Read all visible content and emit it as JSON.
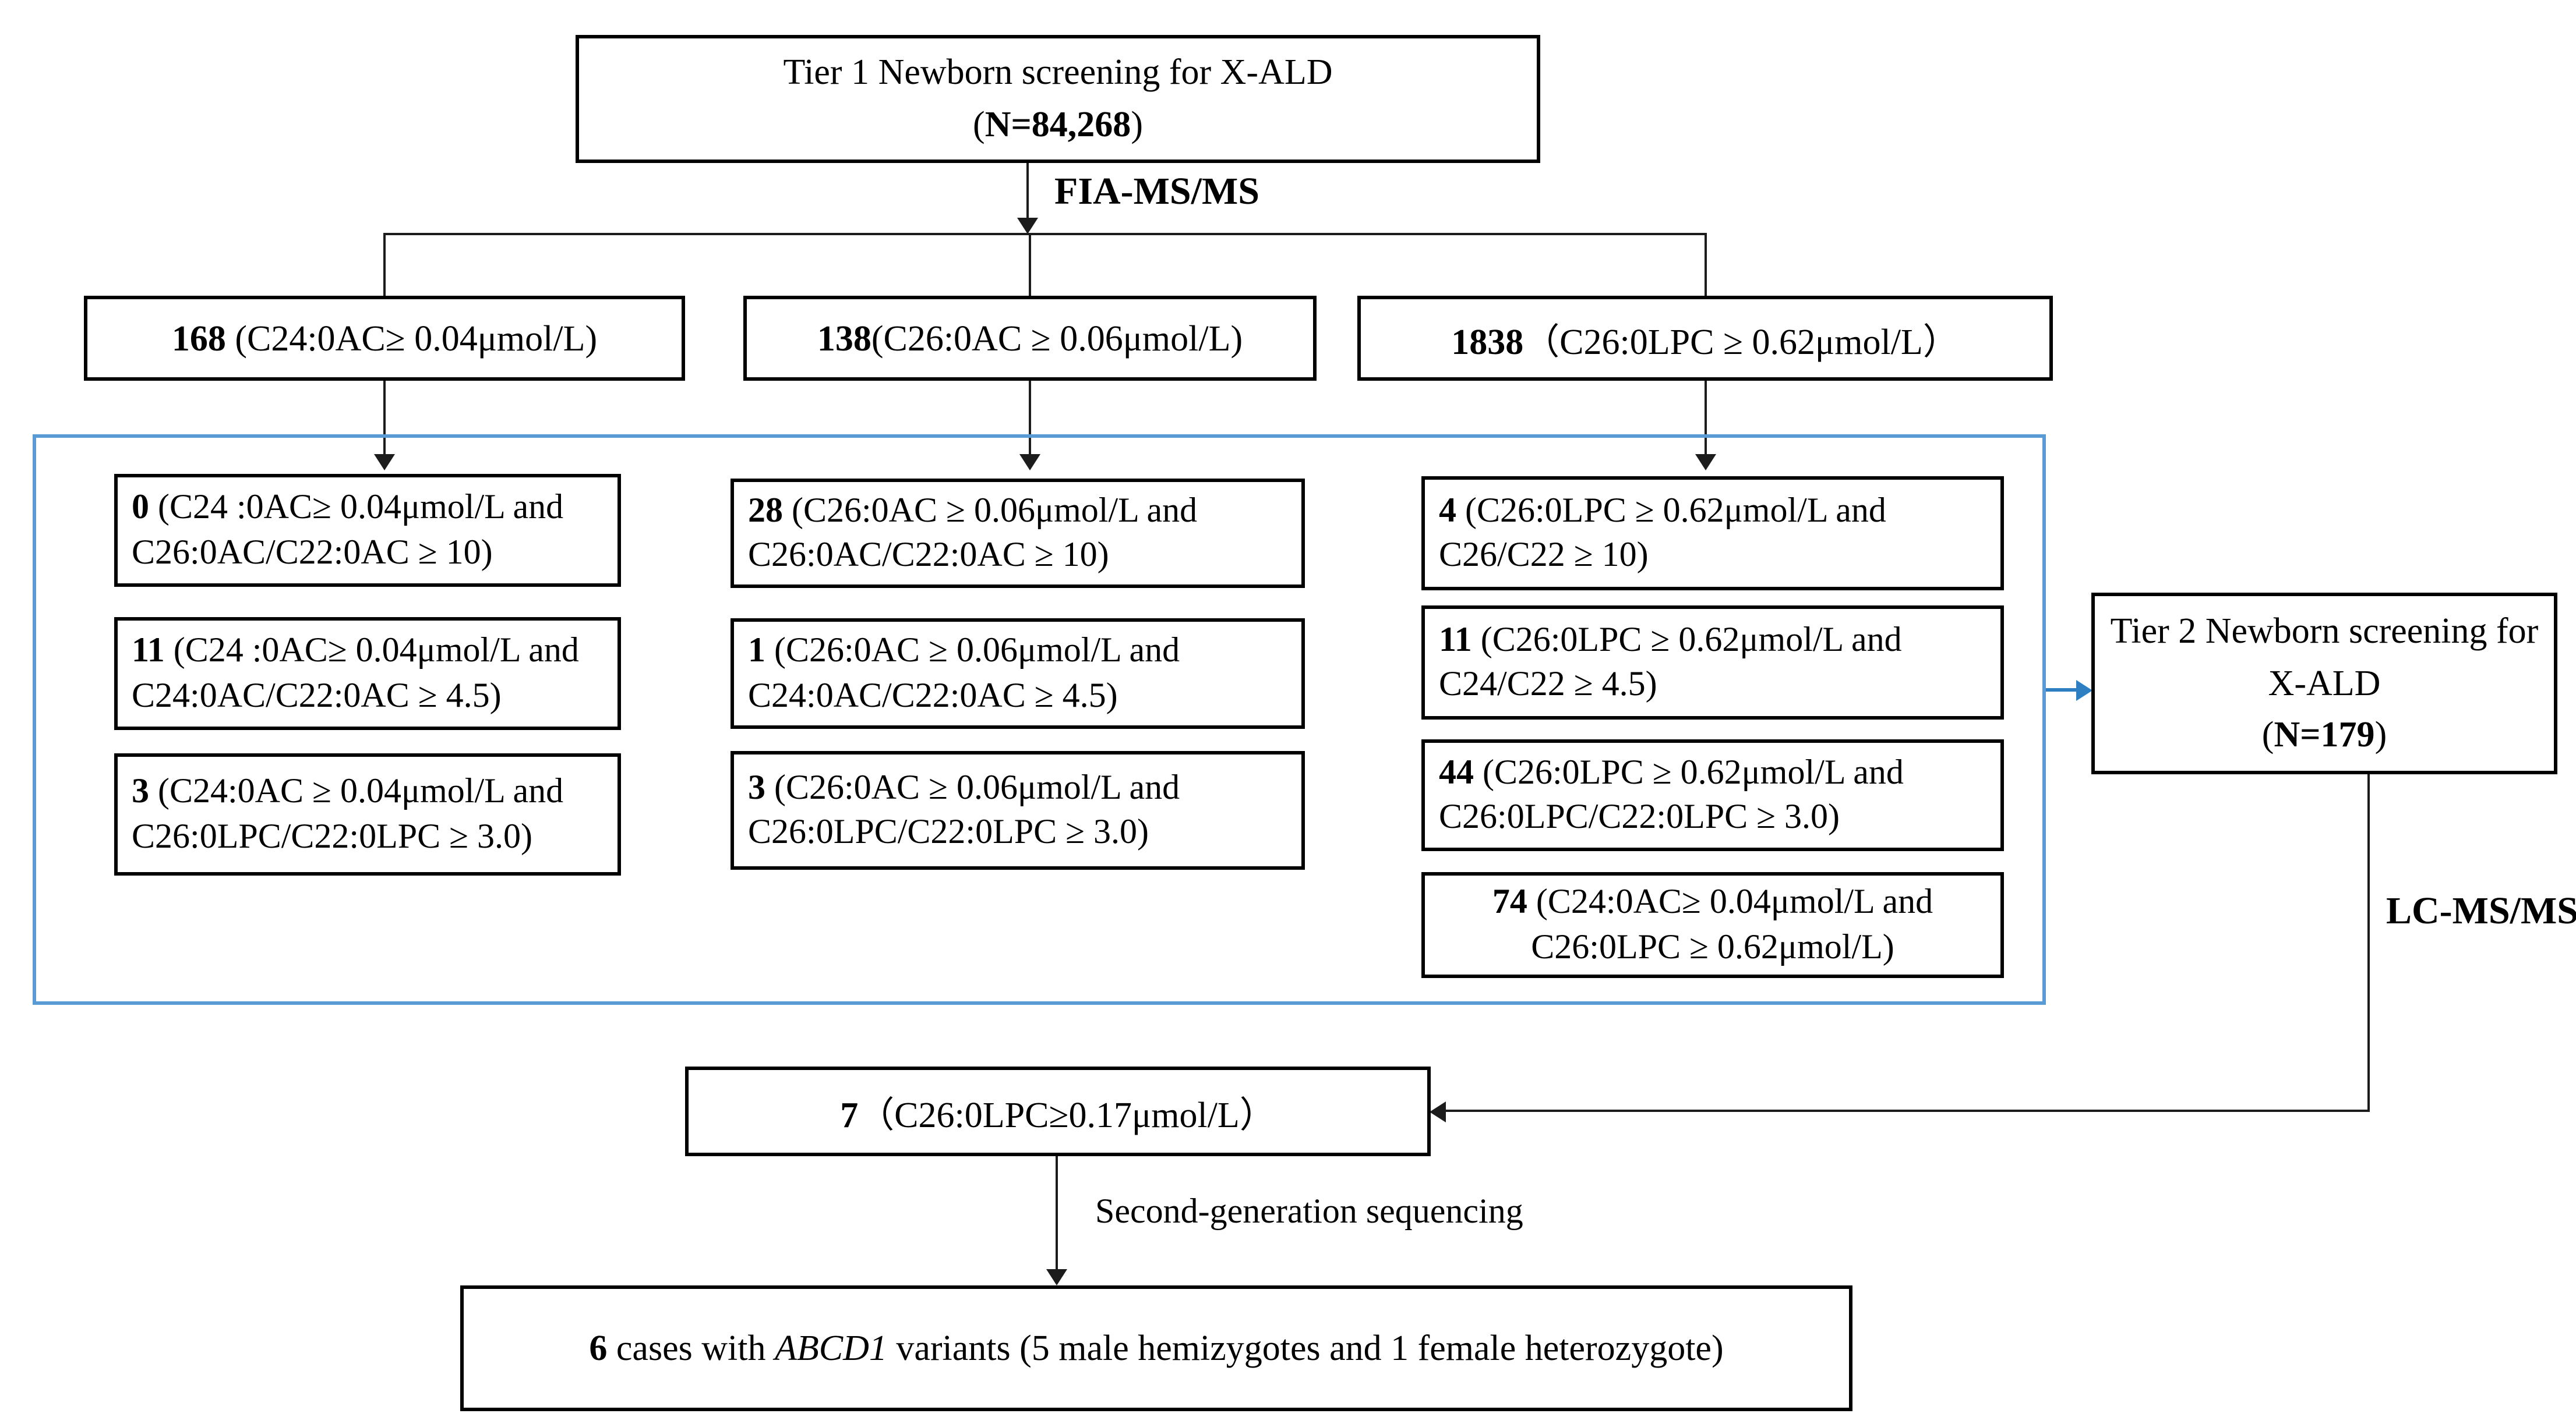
{
  "colors": {
    "container_blue": "#5b9bd5",
    "arrow_blue": "#2e7fc2",
    "line_black": "#1c1c1c"
  },
  "tier1": {
    "line1": "Tier 1 Newborn screening for X-ALD",
    "paren_open": "(",
    "n_bold": "N=84,268",
    "paren_close": ")"
  },
  "labels": {
    "fia": "FIA-MS/MS",
    "lc": "LC-MS/MS",
    "seq": "Second-generation sequencing"
  },
  "branch_boxes": [
    {
      "num": "168",
      "rest": " (C24:0AC≥ 0.04μmol/L)"
    },
    {
      "num": "138",
      "rest": "(C26:0AC ≥ 0.06μmol/L)"
    },
    {
      "num": "1838",
      "rest": "（C26:0LPC ≥ 0.62μmol/L）"
    }
  ],
  "columns": [
    {
      "boxes": [
        {
          "num": "0",
          "rest": " (C24 :0AC≥ 0.04μmol/L and C26:0AC/C22:0AC ≥ 10)"
        },
        {
          "num": "11",
          "rest": " (C24 :0AC≥ 0.04μmol/L and C24:0AC/C22:0AC ≥ 4.5)"
        },
        {
          "num": "3",
          "rest": " (C24:0AC ≥ 0.04μmol/L and C26:0LPC/C22:0LPC ≥ 3.0)"
        }
      ]
    },
    {
      "boxes": [
        {
          "num": "28",
          "rest": " (C26:0AC ≥ 0.06μmol/L and C26:0AC/C22:0AC ≥ 10)"
        },
        {
          "num": "1",
          "rest": " (C26:0AC ≥ 0.06μmol/L and C24:0AC/C22:0AC ≥ 4.5)"
        },
        {
          "num": "3",
          "rest": " (C26:0AC ≥ 0.06μmol/L and C26:0LPC/C22:0LPC ≥ 3.0)"
        }
      ]
    },
    {
      "boxes": [
        {
          "num": "4",
          "rest": " (C26:0LPC ≥ 0.62μmol/L and C26/C22 ≥ 10)"
        },
        {
          "num": "11",
          "rest": " (C26:0LPC ≥ 0.62μmol/L and C24/C22 ≥ 4.5)"
        },
        {
          "num": "44",
          "rest": " (C26:0LPC ≥ 0.62μmol/L and C26:0LPC/C22:0LPC ≥ 3.0)"
        },
        {
          "num": "74",
          "rest": " (C24:0AC≥ 0.04μmol/L and C26:0LPC ≥ 0.62μmol/L)"
        }
      ]
    }
  ],
  "tier2": {
    "line1": "Tier 2 Newborn screening for X-ALD",
    "paren_open": "(",
    "n_bold": "N=179",
    "paren_close": ")"
  },
  "box7": {
    "num": "7",
    "rest": "（C26:0LPC≥0.17μmol/L）"
  },
  "final_box": {
    "num": "6",
    "pre": " cases with ",
    "gene": "ABCD1",
    "post": " variants (5 male hemizygotes and 1 female heterozygote)"
  }
}
